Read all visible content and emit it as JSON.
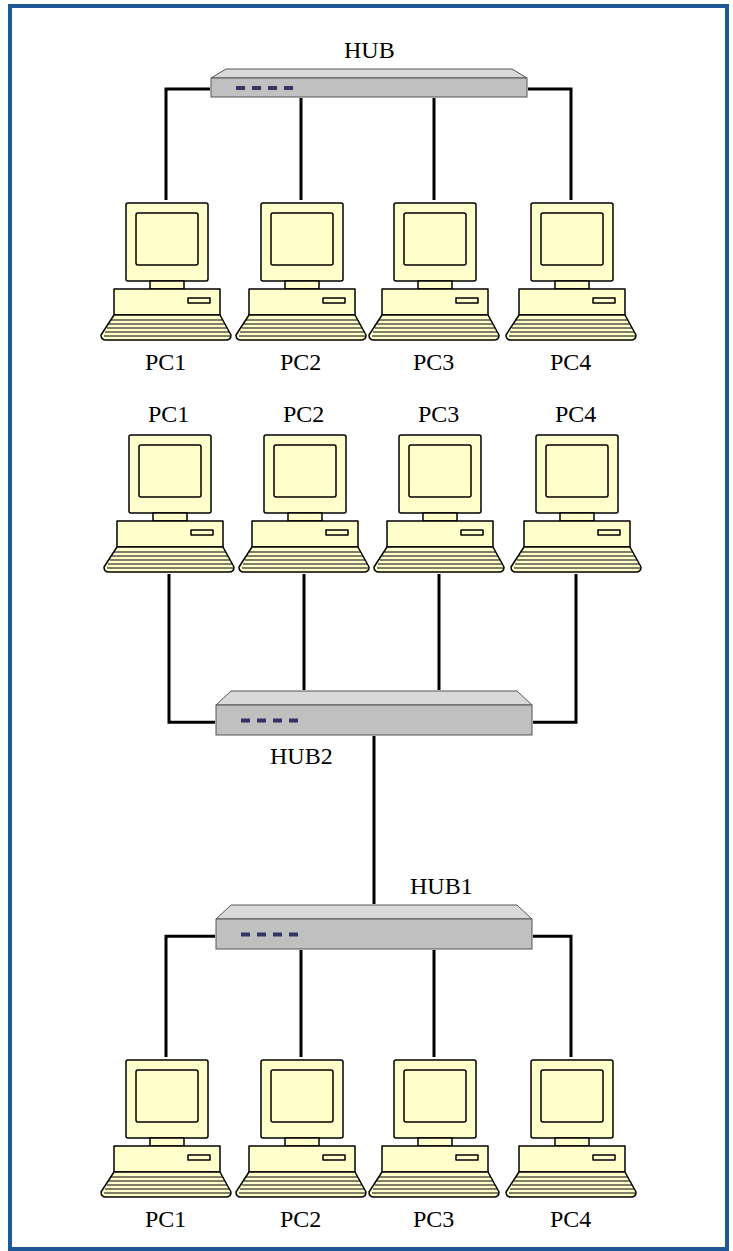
{
  "diagram": {
    "nodes": [
      {
        "text": [
          "HUB"
        ]
      },
      {
        "text": [
          "PC1"
        ]
      },
      {
        "text": [
          "PC2"
        ]
      },
      {
        "text": [
          "PC3"
        ]
      },
      {
        "text": [
          "PC4"
        ]
      },
      {
        "text": [
          "PC1"
        ]
      },
      {
        "text": [
          "PC2"
        ]
      },
      {
        "text": [
          "PC3"
        ]
      },
      {
        "text": [
          "PC4"
        ]
      },
      {
        "text": [
          "HUB2"
        ]
      },
      {
        "text": [
          "HUB1"
        ]
      },
      {
        "text": [
          "PC1"
        ]
      },
      {
        "text": [
          "PC2"
        ]
      },
      {
        "text": [
          "PC3"
        ]
      },
      {
        "text": [
          "PC4"
        ]
      }
    ],
    "edges": [
      {
        "from": 0,
        "to": 1,
        "arrow": "none"
      },
      {
        "from": 0,
        "to": 2,
        "arrow": "none"
      },
      {
        "from": 0,
        "to": 3,
        "arrow": "none"
      },
      {
        "from": 0,
        "to": 4,
        "arrow": "none"
      },
      {
        "from": 5,
        "to": 9,
        "arrow": "none"
      },
      {
        "from": 6,
        "to": 9,
        "arrow": "none"
      },
      {
        "from": 7,
        "to": 9,
        "arrow": "none"
      },
      {
        "from": 8,
        "to": 9,
        "arrow": "none"
      },
      {
        "from": 9,
        "to": 10,
        "arrow": "none"
      },
      {
        "from": 10,
        "to": 11,
        "arrow": "none"
      },
      {
        "from": 10,
        "to": 12,
        "arrow": "none"
      },
      {
        "from": 10,
        "to": 13,
        "arrow": "none"
      },
      {
        "from": 10,
        "to": 14,
        "arrow": "none"
      }
    ]
  }
}
